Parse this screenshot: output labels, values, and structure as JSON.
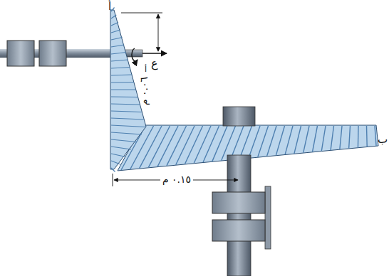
{
  "diagram": {
    "labels": [
      "أ",
      "٠.٠٦ م",
      "ع",
      "أ",
      "ب",
      "٠.١٥ م"
    ]
  }
}
